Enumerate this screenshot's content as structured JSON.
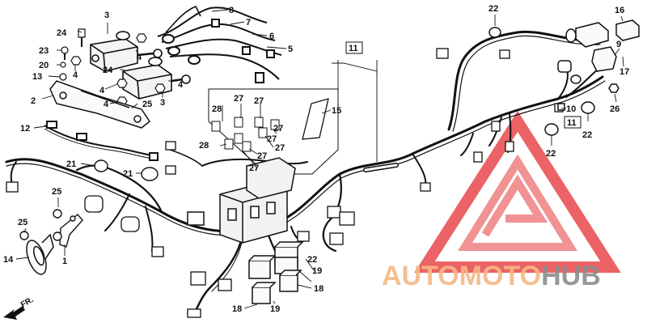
{
  "diagram": {
    "part_labels": [
      {
        "id": "p3a",
        "text": "3"
      },
      {
        "id": "p24a",
        "text": "24"
      },
      {
        "id": "p4a",
        "text": "4"
      },
      {
        "id": "p23",
        "text": "23"
      },
      {
        "id": "p20",
        "text": "20"
      },
      {
        "id": "p13",
        "text": "13"
      },
      {
        "id": "p4b",
        "text": "4"
      },
      {
        "id": "p24b",
        "text": "24"
      },
      {
        "id": "p4c",
        "text": "4"
      },
      {
        "id": "p4d",
        "text": "4"
      },
      {
        "id": "p3b",
        "text": "3"
      },
      {
        "id": "p2",
        "text": "2"
      },
      {
        "id": "p4e",
        "text": "4"
      },
      {
        "id": "p25a",
        "text": "25"
      },
      {
        "id": "p12",
        "text": "12"
      },
      {
        "id": "p8",
        "text": "8"
      },
      {
        "id": "p7",
        "text": "7"
      },
      {
        "id": "p6",
        "text": "6"
      },
      {
        "id": "p5",
        "text": "5"
      },
      {
        "id": "p11a",
        "text": "11"
      },
      {
        "id": "p28a",
        "text": "28"
      },
      {
        "id": "p27a",
        "text": "27"
      },
      {
        "id": "p27b",
        "text": "27"
      },
      {
        "id": "p27c",
        "text": "27"
      },
      {
        "id": "p27d",
        "text": "27"
      },
      {
        "id": "p28b",
        "text": "28"
      },
      {
        "id": "p27e",
        "text": "27"
      },
      {
        "id": "p27f",
        "text": "27"
      },
      {
        "id": "p27g",
        "text": "27"
      },
      {
        "id": "p15",
        "text": "15"
      },
      {
        "id": "p21a",
        "text": "21"
      },
      {
        "id": "p21b",
        "text": "21"
      },
      {
        "id": "p25b",
        "text": "25"
      },
      {
        "id": "p25c",
        "text": "25"
      },
      {
        "id": "p1",
        "text": "1"
      },
      {
        "id": "p14",
        "text": "14"
      },
      {
        "id": "p22a",
        "text": "22"
      },
      {
        "id": "p16",
        "text": "16"
      },
      {
        "id": "p9",
        "text": "9"
      },
      {
        "id": "p17",
        "text": "17"
      },
      {
        "id": "p26",
        "text": "26"
      },
      {
        "id": "p10",
        "text": "10"
      },
      {
        "id": "p11b",
        "text": "11"
      },
      {
        "id": "p22b",
        "text": "22"
      },
      {
        "id": "p22c",
        "text": "22"
      },
      {
        "id": "p22d",
        "text": "22"
      },
      {
        "id": "p19a",
        "text": "19"
      },
      {
        "id": "p18a",
        "text": "18"
      },
      {
        "id": "p18b",
        "text": "18"
      },
      {
        "id": "p19b",
        "text": "19"
      }
    ],
    "direction_marker": "FR."
  },
  "watermark": {
    "word_a": "AUTO",
    "word_b": "MOTO",
    "word_c": "HUB",
    "color_light": "#f5b987",
    "color_dark": "#8c8c8c",
    "logo_color": "#e8484c"
  }
}
